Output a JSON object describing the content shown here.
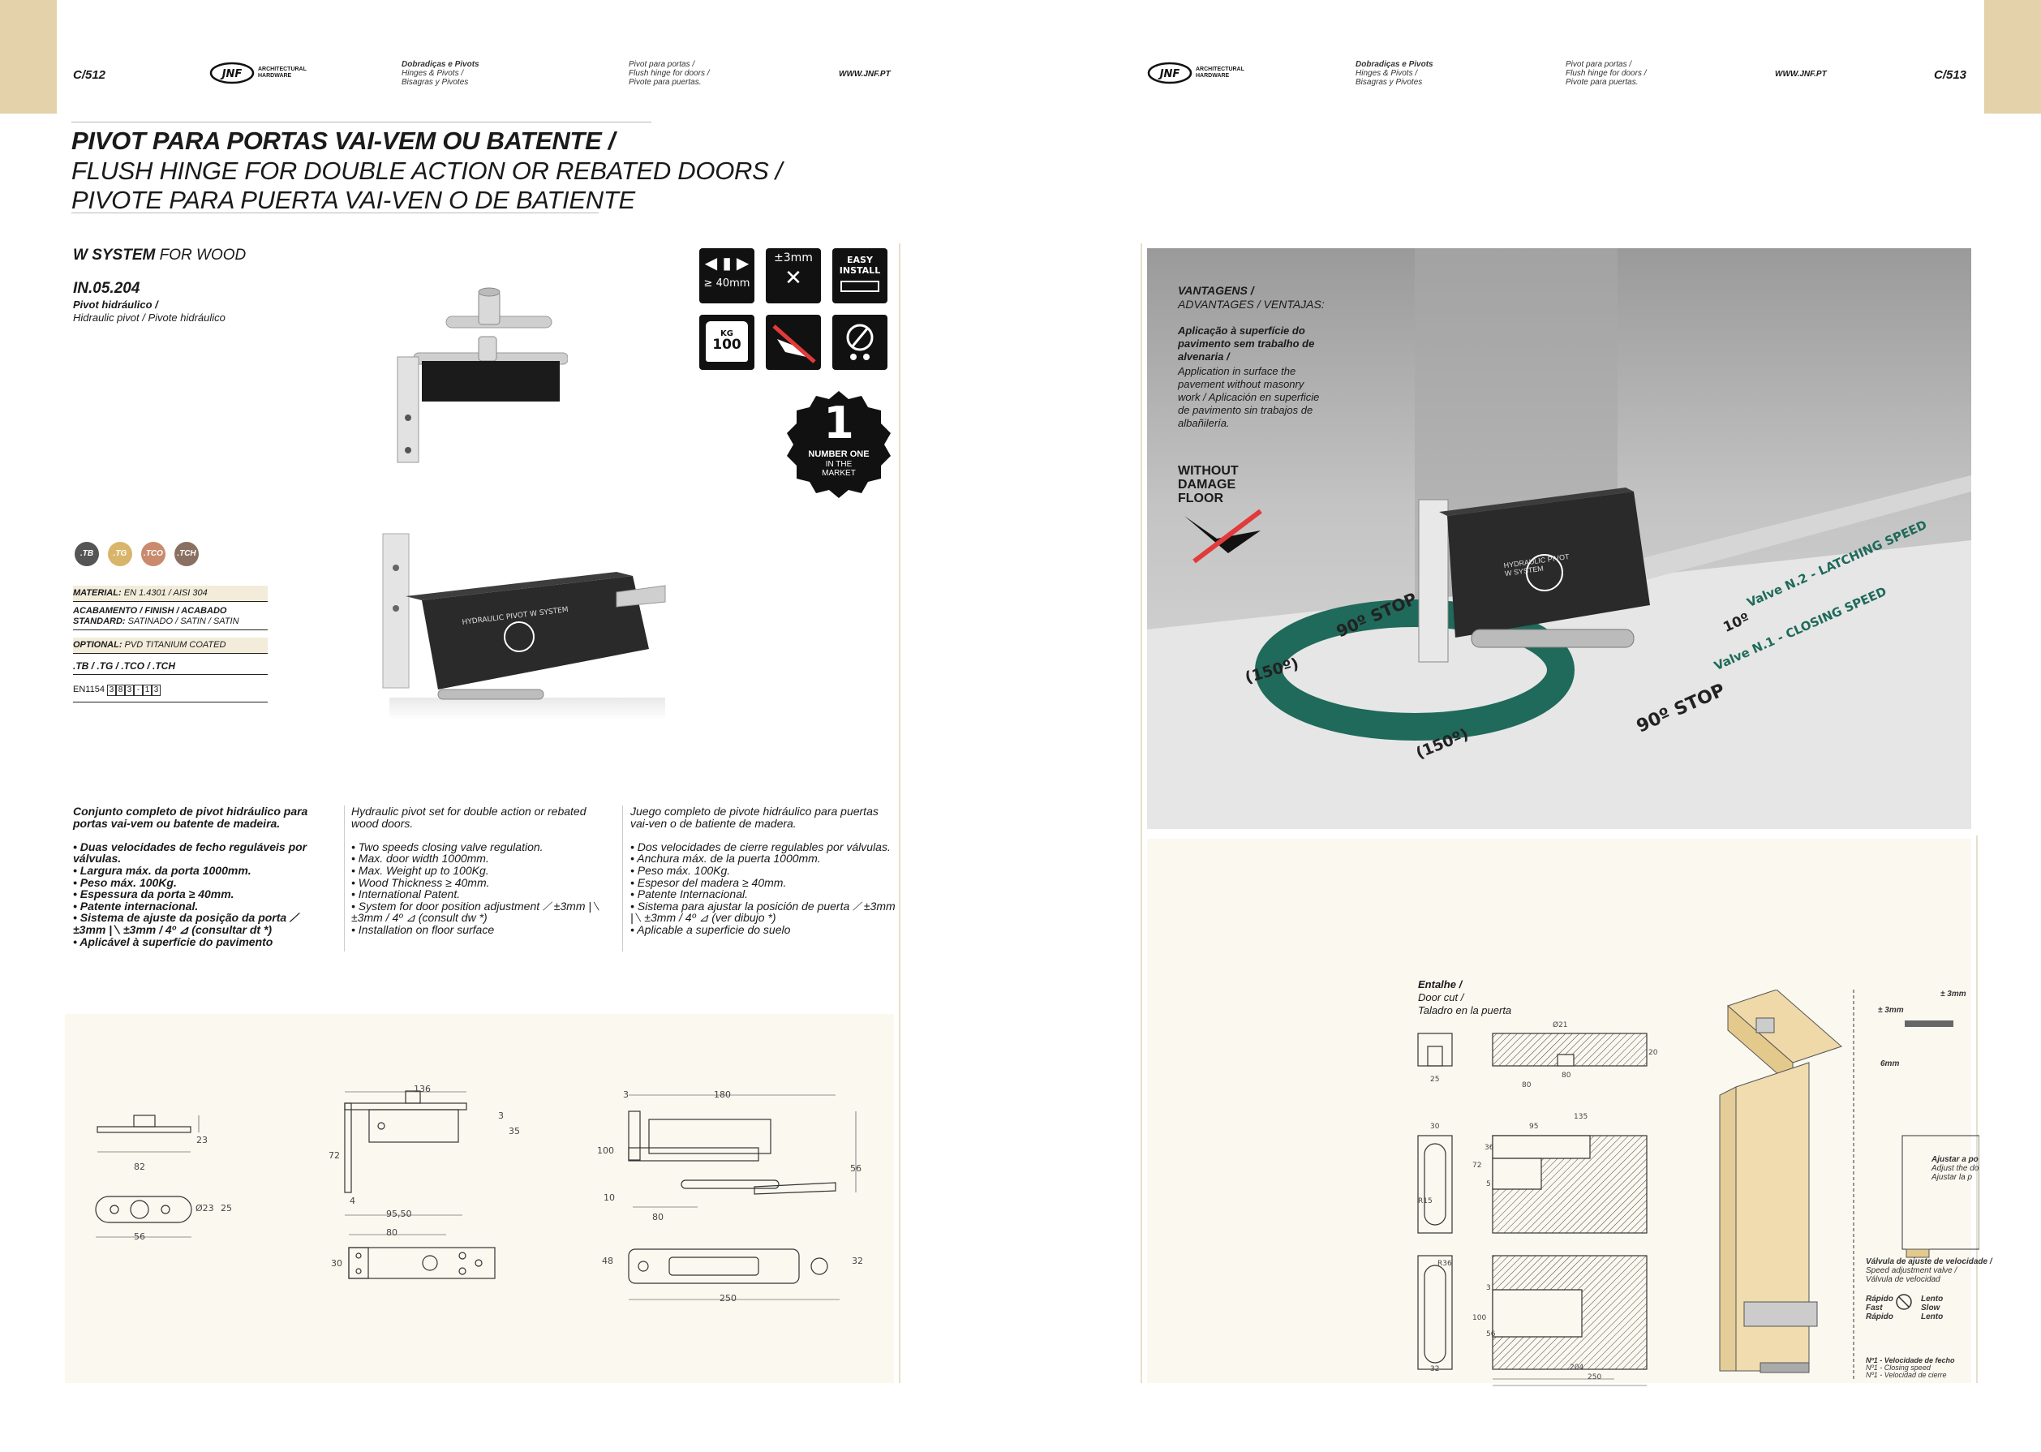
{
  "left_page": {
    "page_number": "C/512",
    "logo_text": "JNF",
    "logo_sub": "ARCHITECTURAL HARDWARE",
    "header_col1": [
      "Dobradiças e Pivots",
      "Hinges & Pivots /",
      "Bisagras y Pivotes"
    ],
    "header_col2": [
      "Pivot para portas /",
      "Flush hinge for doors /",
      "Pivote para puertas."
    ],
    "website": "WWW.JNF.PT",
    "title_line1": "PIVOT PARA PORTAS VAI-VEM OU BATENTE /",
    "title_line2": "FLUSH HINGE FOR DOUBLE ACTION OR REBATED DOORS /",
    "title_line3": "PIVOTE PARA PUERTA VAI-VEN O DE BATIENTE",
    "system_bold": "W SYSTEM",
    "system_rest": " FOR WOOD",
    "product_code": "IN.05.204",
    "product_name_pt": "Pivot hidráulico /",
    "product_name_en_es": "Hidraulic pivot / Pivote hidráulico",
    "icons": {
      "thickness": "≥ 40mm",
      "adjust": "±3mm",
      "easy_install": "EASY INSTALL",
      "weight_kg": "KG",
      "weight_value": "100"
    },
    "badge": {
      "number": "1",
      "line1": "NUMBER ONE",
      "line2": "IN THE",
      "line3": "MARKET"
    },
    "finishes": [
      {
        "code": ".TB",
        "color": "#555555"
      },
      {
        "code": ".TG",
        "color": "#d8b56a"
      },
      {
        "code": ".TCO",
        "color": "#c98a6e"
      },
      {
        "code": ".TCH",
        "color": "#8a7062"
      }
    ],
    "specs": {
      "material_label": "MATERIAL:",
      "material_value": " EN 1.4301 / AISI 304",
      "finish_label": "ACABAMENTO / FINISH / ACABADO",
      "standard_label": "STANDARD:",
      "standard_value": " SATINADO / SATIN / SATIN",
      "optional_label": "OPTIONAL:",
      "optional_value": " PVD TITANIUM COATED",
      "finish_codes": ".TB  /  .TG  /  .TCO  /  .TCH",
      "en_label": "EN1154",
      "en_boxes": [
        "3",
        "8",
        "3",
        "-",
        "1",
        "3"
      ]
    },
    "product_label": "HYDRAULIC PIVOT W SYSTEM",
    "desc_pt": "Conjunto completo de pivot hidráulico para portas vai-vem ou batente de madeira.\n\n• Duas velocidades de fecho reguláveis por válvulas.\n• Largura máx. da porta 1000mm.\n• Peso máx. 100Kg.\n• Espessura da porta ≥ 40mm.\n• Patente internacional.\n• Sistema de ajuste da posição da porta ⟋ ±3mm |⟍ ±3mm / 4º ⊿ (consultar dt *)\n• Aplicável à superfície do pavimento",
    "desc_en": "Hydraulic pivot set for double action or rebated wood doors.\n\n• Two speeds closing valve regulation.\n• Max. door width 1000mm.\n• Max. Weight up to 100Kg.\n• Wood Thickness ≥ 40mm.\n• International Patent.\n• System for door position adjustment ⟋ ±3mm |⟍ ±3mm / 4º ⊿ (consult dw *)\n• Installation on floor surface",
    "desc_es": "Juego completo de pivote hidráulico para puertas vai-ven o de batiente de madera.\n\n• Dos velocidades de cierre regulables por válvulas.\n• Anchura máx. de la puerta 1000mm.\n• Peso máx. 100Kg.\n• Espesor del madera ≥ 40mm.\n• Patente Internacional.\n• Sistema para ajustar la posición de puerta ⟋ ±3mm |⟍ ±3mm / 4º ⊿ (ver dibujo *)\n• Aplicable a superficie do suelo",
    "dims": {
      "d23": "23",
      "d82": "82",
      "d23dia": "Ø23",
      "d25": "25",
      "d56": "56",
      "d136": "136",
      "d3a": "3",
      "d35": "35",
      "d72": "72",
      "d4": "4",
      "d9550": "95,50",
      "d80": "80",
      "d30": "30",
      "d3b": "3",
      "d180": "180",
      "d100": "100",
      "d56b": "56",
      "d10": "10",
      "d80b": "80",
      "d48": "48",
      "d32": "32",
      "d250": "250"
    }
  },
  "right_page": {
    "page_number": "C/513",
    "logo_text": "JNF",
    "logo_sub": "ARCHITECTURAL HARDWARE",
    "header_col1": [
      "Dobradiças e Pivots",
      "Hinges & Pivots /",
      "Bisagras y Pivotes"
    ],
    "header_col2": [
      "Pivot para portas /",
      "Flush hinge for doors /",
      "Pivote para puertas."
    ],
    "website": "WWW.JNF.PT",
    "advantages_title": "VANTAGENS /",
    "advantages_sub": "ADVANTAGES / VENTAJAS:",
    "advantage_pt": "Aplicação à superfície do pavimento sem trabalho de alvenaria /",
    "advantage_en_es": "Application in surface the pavement without masonry work / Aplicación en superficie de pavimento sin trabajos de albañilería.",
    "without_damage": [
      "WITHOUT",
      "DAMAGE",
      "FLOOR"
    ],
    "photo_labels": {
      "stop90_left": "90º STOP",
      "angle150_left": "(150º)",
      "angle150_bottom": "(150º)",
      "stop90_bottom": "90º STOP",
      "ten_deg": "10º",
      "valve2": "Valve N.2 - LATCHING SPEED",
      "valve1": "Valve N.1 - CLOSING SPEED",
      "device_label": "HYDRAULIC PIVOT W SYSTEM"
    },
    "door_cut_title": "Entalhe /",
    "door_cut_sub1": "Door cut /",
    "door_cut_sub2": "Taladro en la puerta",
    "cut_dims": {
      "d21": "Ø21",
      "d25": "25",
      "d80": "80",
      "d80b": "80",
      "d20": "20",
      "d135": "135",
      "d30": "30",
      "d95": "95",
      "d36": "36",
      "d72": "72",
      "d5": "5",
      "r15": "R15",
      "r36": "R36",
      "d3": "3",
      "d100": "100",
      "d56": "56",
      "d32": "32",
      "d204": "204",
      "d250": "250"
    },
    "adjust_notes": {
      "pm3a": "± 3mm",
      "pm3b": "± 3mm",
      "six_mm": "6mm",
      "adjust_pt": "Ajustar a po",
      "adjust_en": "Adjust the do",
      "adjust_es": "Ajustar la p",
      "valve_title": "Válvula de ajuste de velocidade /",
      "valve_en": "Speed adjustment valve /",
      "valve_es": "Válvula de velocidad",
      "fast": [
        "Rápido",
        "Fast",
        "Rápido"
      ],
      "slow": [
        "Lento",
        "Slow",
        "Lento"
      ],
      "n1_pt": "Nº1 - Velocidade de fecho",
      "n1_en": "Nº1 - Closing speed",
      "n1_es": "Nº1 - Velocidad de cierre"
    }
  },
  "colors": {
    "gold": "#e3d2aa",
    "cream": "#fbf8f0",
    "dark": "#111111",
    "teal": "#1f6a5a"
  }
}
